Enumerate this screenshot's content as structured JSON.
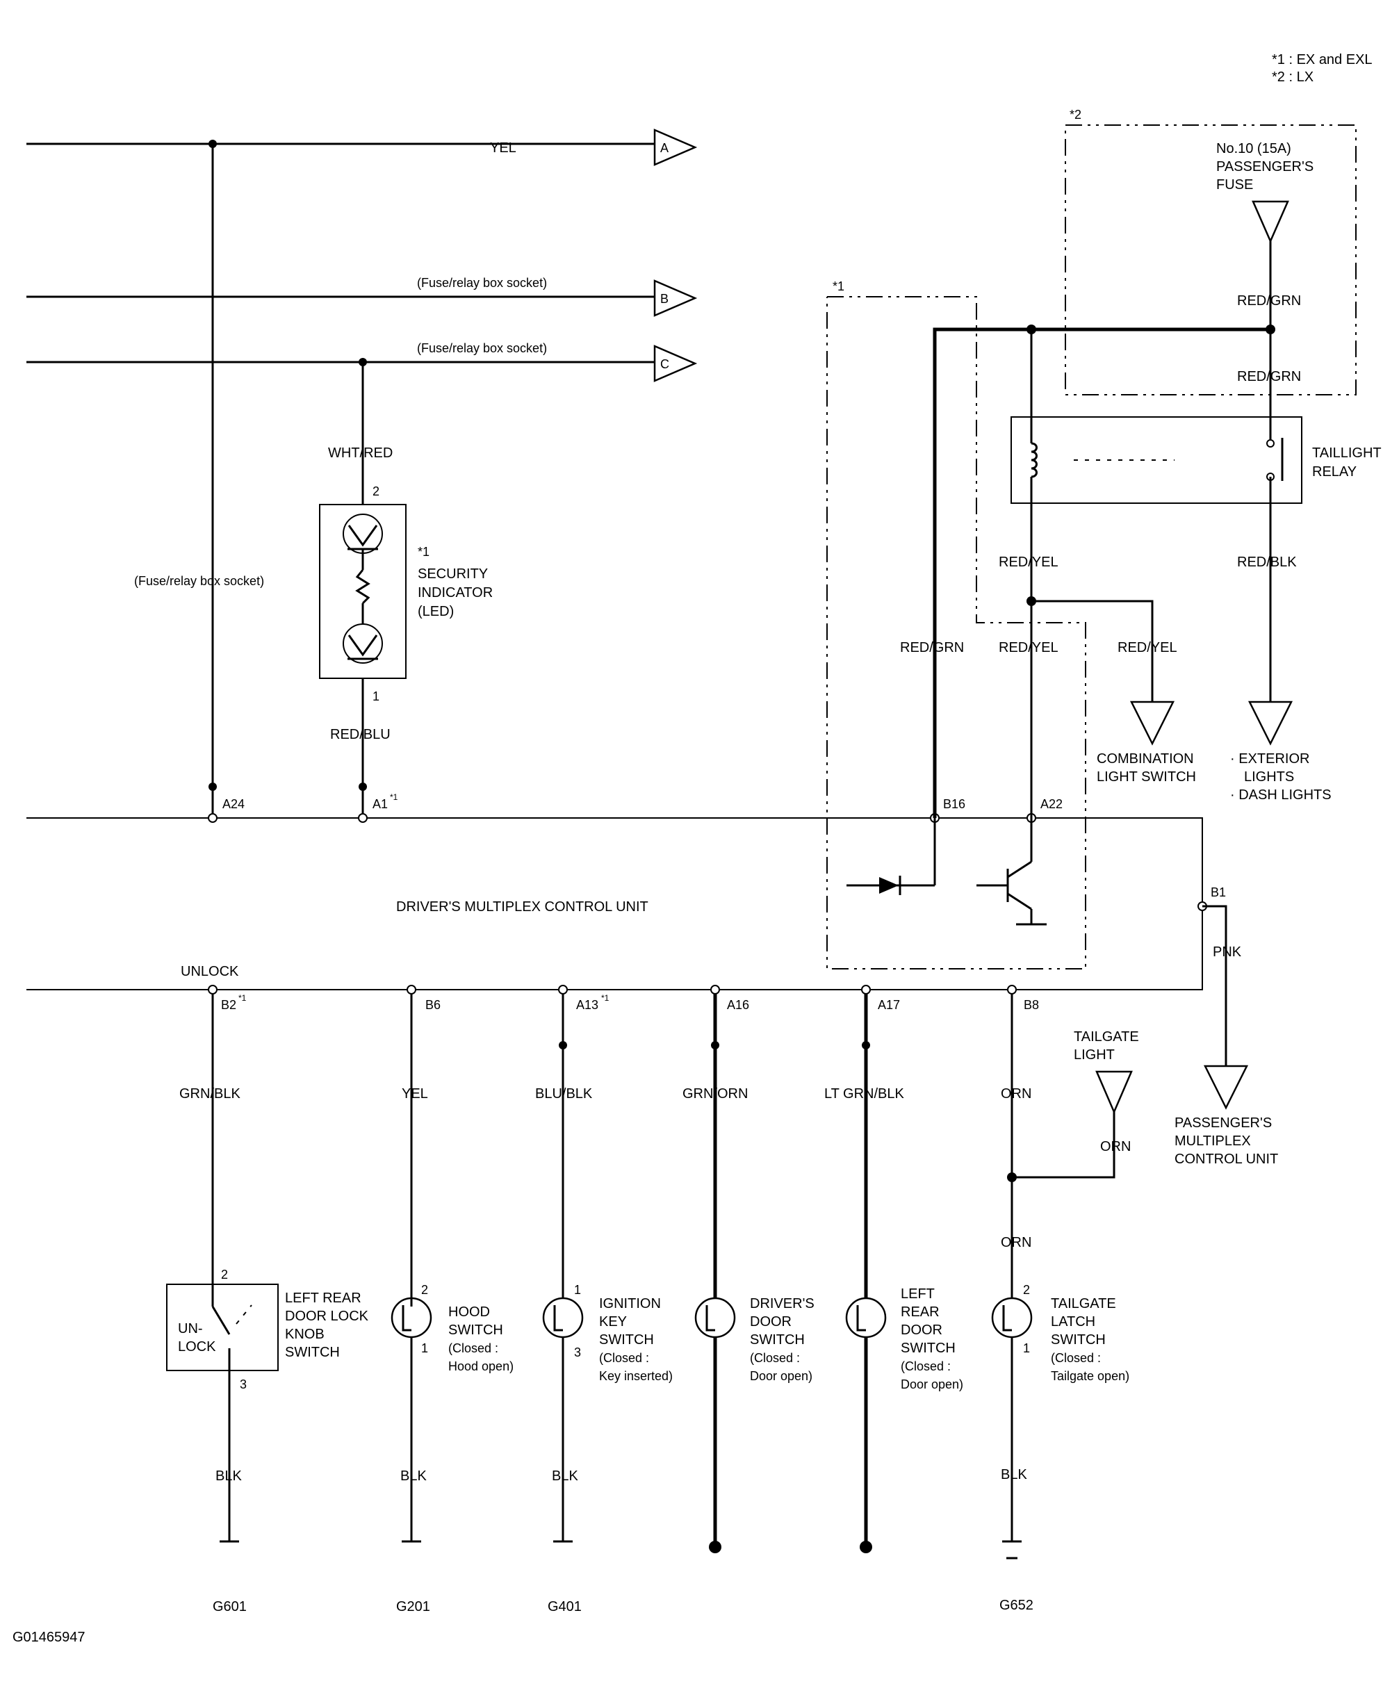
{
  "notes": {
    "note1": "*1 : EX and EXL",
    "note2": "*2 : LX"
  },
  "box_marks": {
    "box1": "*1",
    "box2": "*2"
  },
  "connectors": {
    "a": "A",
    "b": "B",
    "c": "C"
  },
  "wires": {
    "top_yel": "YEL",
    "fuse_socket_b": "(Fuse/relay box socket)",
    "fuse_socket_c": "(Fuse/relay box socket)",
    "fuse_socket_left": "(Fuse/relay box socket)",
    "wht_red": "WHT/RED",
    "red_blu": "RED/BLU",
    "red_grn_fuse": "RED/GRN",
    "red_grn_relay": "RED/GRN",
    "red_yel_relay": "RED/YEL",
    "red_blk": "RED/BLK",
    "red_grn_b16": "RED/GRN",
    "red_yel_a22": "RED/YEL",
    "red_yel_combo": "RED/YEL",
    "pnk": "PNK",
    "grn_blk": "GRN/BLK",
    "yel": "YEL",
    "blu_blk": "BLU/BLK",
    "grn_orn": "GRN/ORN",
    "lt_grn_blk": "LT GRN/BLK",
    "orn_b8": "ORN",
    "orn_tailgate": "ORN",
    "orn_switch": "ORN",
    "blk_g601": "BLK",
    "blk_g201": "BLK",
    "blk_g401": "BLK",
    "blk_g652": "BLK"
  },
  "fuse": {
    "line1": "No.10 (15A)",
    "line2": "PASSENGER'S",
    "line3": "FUSE"
  },
  "relay": {
    "line1": "TAILLIGHT",
    "line2": "RELAY"
  },
  "security": {
    "mark": "*1",
    "line1": "SECURITY",
    "line2": "INDICATOR",
    "line3": "(LED)",
    "pin_top": "2",
    "pin_bottom": "1"
  },
  "combination_switch": {
    "line1": "COMBINATION",
    "line2": "LIGHT SWITCH"
  },
  "exterior": {
    "line1": "· EXTERIOR",
    "line2": "LIGHTS",
    "line3": "· DASH LIGHTS"
  },
  "unit": {
    "label": "DRIVER'S MULTIPLEX CONTROL UNIT",
    "unlock": "UNLOCK"
  },
  "pins": {
    "a24": "A24",
    "a1": "A1",
    "a1_sup": "*1",
    "b16": "B16",
    "a22": "A22",
    "b1": "B1",
    "b2": "B2",
    "b2_sup": "*1",
    "b6": "B6",
    "a13": "A13",
    "a13_sup": "*1",
    "a16": "A16",
    "a17": "A17",
    "b8": "B8"
  },
  "tailgate_light": {
    "line1": "TAILGATE",
    "line2": "LIGHT"
  },
  "passenger_unit": {
    "line1": "PASSENGER'S",
    "line2": "MULTIPLEX",
    "line3": "CONTROL UNIT"
  },
  "switches": {
    "lock_knob": {
      "line1": "LEFT REAR",
      "line2": "DOOR LOCK",
      "line3": "KNOB",
      "line4": "SWITCH",
      "inner1": "UN-",
      "inner2": "LOCK",
      "pin_top": "2",
      "pin_bottom": "3"
    },
    "hood": {
      "line1": "HOOD",
      "line2": "SWITCH",
      "line3": "(Closed :",
      "line4": "Hood open)",
      "pin_top": "2",
      "pin_bottom": "1"
    },
    "ignition": {
      "line1": "IGNITION",
      "line2": "KEY",
      "line3": "SWITCH",
      "line4": "(Closed :",
      "line5": "Key inserted)",
      "pin_top": "1",
      "pin_bottom": "3"
    },
    "drivers_door": {
      "line1": "DRIVER'S",
      "line2": "DOOR",
      "line3": "SWITCH",
      "line4": "(Closed :",
      "line5": "Door open)"
    },
    "left_rear_door": {
      "line1": "LEFT",
      "line2": "REAR",
      "line3": "DOOR",
      "line4": "SWITCH",
      "line5": "(Closed :",
      "line6": "Door open)"
    },
    "tailgate_latch": {
      "line1": "TAILGATE",
      "line2": "LATCH",
      "line3": "SWITCH",
      "line4": "(Closed :",
      "line5": "Tailgate open)",
      "pin_top": "2",
      "pin_bottom": "1"
    }
  },
  "grounds": {
    "g601": "G601",
    "g201": "G201",
    "g401": "G401",
    "g652": "G652"
  },
  "figure_id": "G01465947"
}
